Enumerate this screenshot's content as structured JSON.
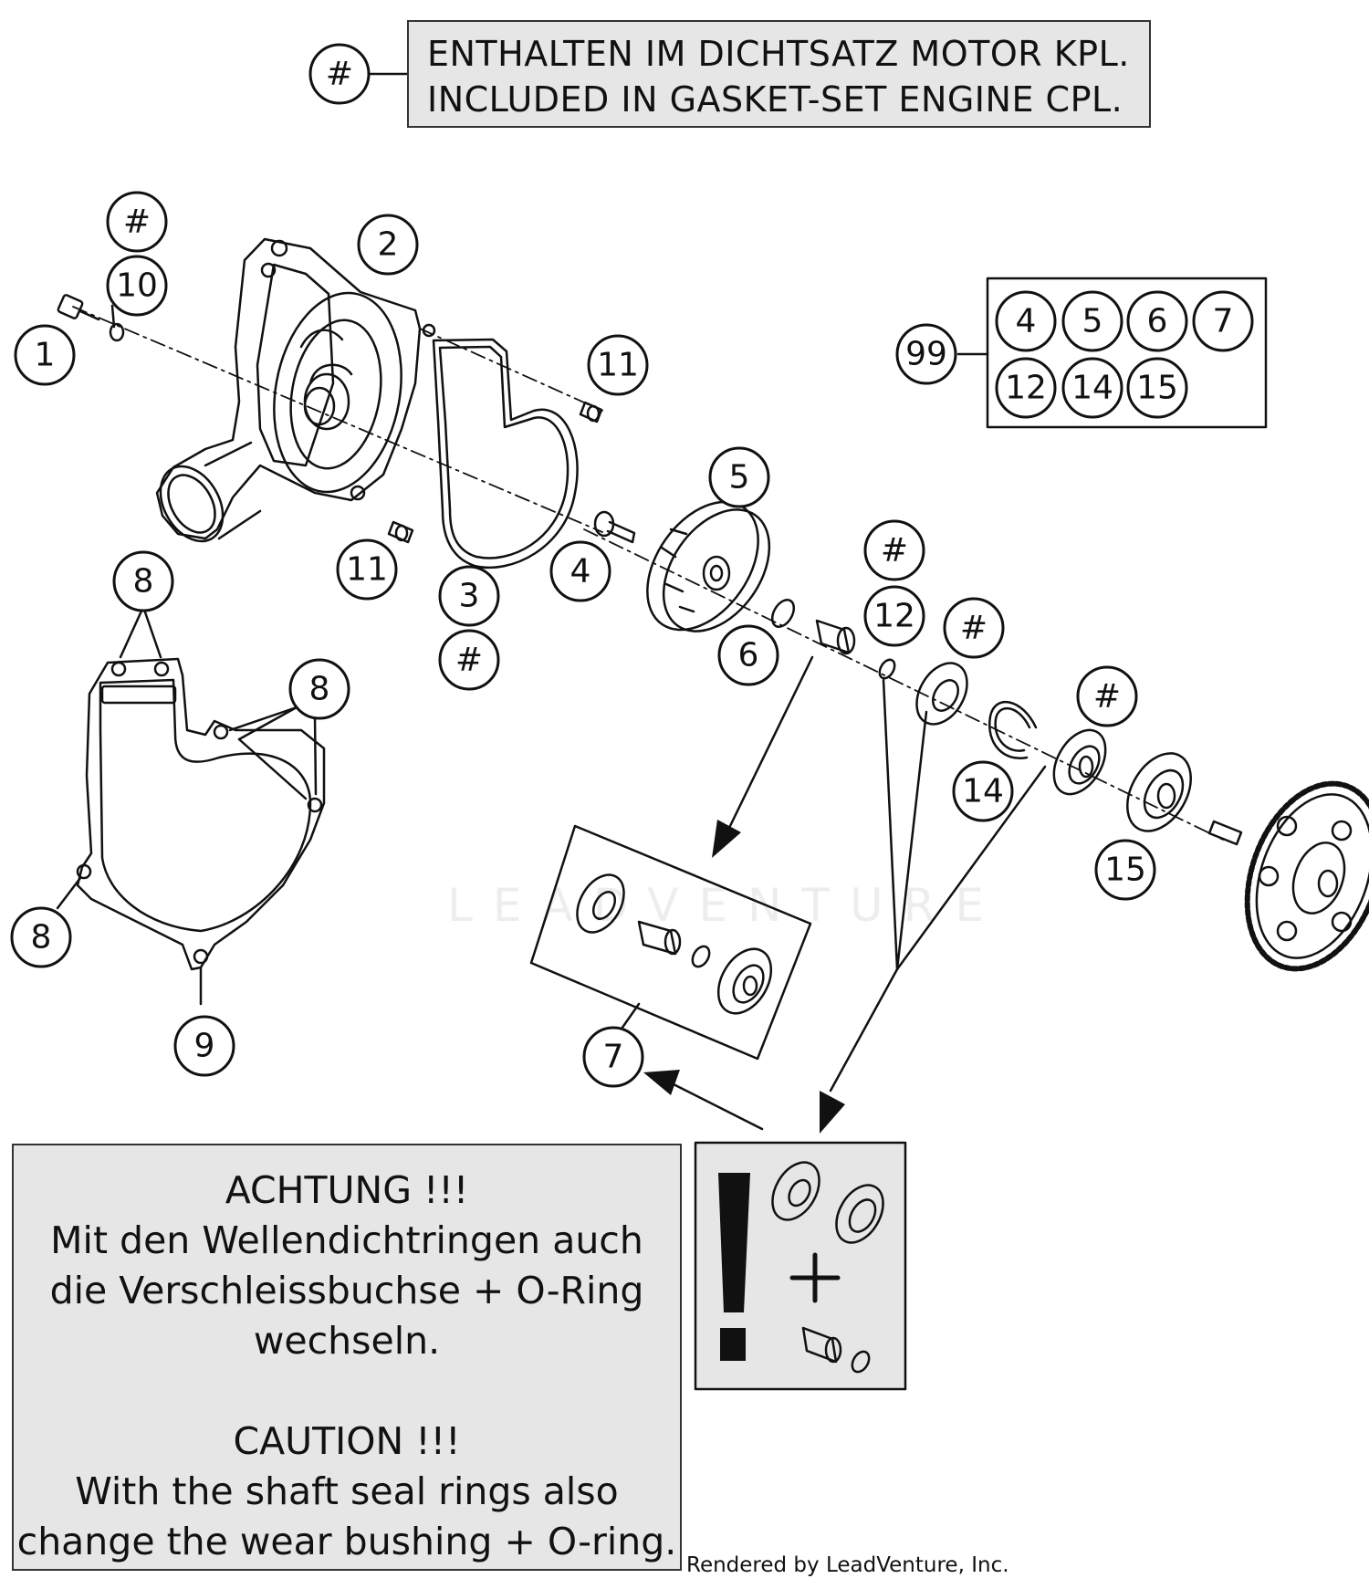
{
  "legend": {
    "symbol": "#",
    "line1": "ENTHALTEN IM DICHTSATZ MOTOR KPL.",
    "line2": "INCLUDED IN GASKET-SET ENGINE CPL."
  },
  "kit": {
    "number": "99",
    "parts": [
      "4",
      "5",
      "6",
      "7",
      "12",
      "14",
      "15"
    ]
  },
  "callouts": {
    "c1": "1",
    "c2": "2",
    "c3": "3",
    "c4": "4",
    "c5": "5",
    "c6": "6",
    "c7": "7",
    "c8": "8",
    "c9": "9",
    "c10": "10",
    "c11": "11",
    "c12": "12",
    "c14": "14",
    "c15": "15",
    "hash": "#"
  },
  "caution": {
    "de_title": "ACHTUNG !!!",
    "de_line1": "Mit den Wellendichtringen auch",
    "de_line2": "die Verschleissbuchse + O-Ring",
    "de_line3": "wechseln.",
    "en_title": "CAUTION !!!",
    "en_line1": "With the shaft seal rings also",
    "en_line2": "change the wear bushing + O-ring."
  },
  "watermark": "LEADVENTURE",
  "credit": "Rendered by LeadVenture, Inc."
}
